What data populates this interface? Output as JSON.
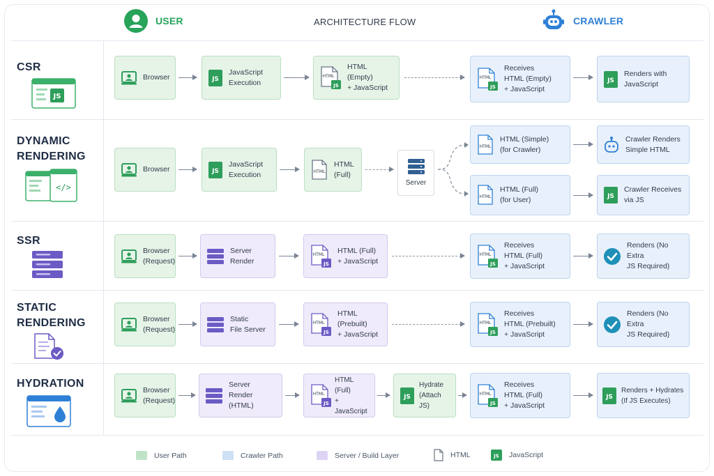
{
  "header": {
    "user_label": "USER",
    "title": "ARCHITECTURE FLOW",
    "crawler_label": "CRAWLER"
  },
  "colors": {
    "user_path": "#e6f4e8",
    "crawler_path": "#e8f1fb",
    "server_layer": "#f0ebfa",
    "js_green": "#2e9e5b",
    "server_purple": "#6b5bc4",
    "accent_blue": "#2e7fd6",
    "header_green": "#27a35a"
  },
  "rows": {
    "csr": {
      "title": "CSR",
      "nodes": [
        "Browser",
        "JavaScript\nExecution",
        "HTML (Empty)\n+ JavaScript",
        "Receives\nHTML (Empty)\n+ JavaScript",
        "Renders with\nJavaScript"
      ]
    },
    "dynamic": {
      "title": "DYNAMIC\nRENDERING",
      "nodes": [
        "Browser",
        "JavaScript\nExecution",
        "HTML\n(Full)",
        "Server",
        "HTML (Simple)\n(for Crawler)",
        "HTML (Full)\n(for User)",
        "Crawler Renders\nSimple HTML",
        "Crawler Receives\nvia JS"
      ]
    },
    "ssr": {
      "title": "SSR",
      "nodes": [
        "Browser\n(Request)",
        "Server\nRender",
        "HTML (Full)\n+ JavaScript",
        "Receives\nHTML (Full)\n+ JavaScript",
        "Renders (No Extra\nJS Required)"
      ]
    },
    "static": {
      "title": "STATIC\nRENDERING",
      "nodes": [
        "Browser\n(Request)",
        "Static\nFile Server",
        "HTML (Prebuilt)\n+ JavaScript",
        "Receives\nHTML (Prebuilt)\n+ JavaScript",
        "Renders (No Extra\nJS Required)"
      ]
    },
    "hydration": {
      "title": "HYDRATION",
      "nodes": [
        "Browser\n(Request)",
        "Server\nRender (HTML)",
        "HTML (Full)\n+ JavaScript",
        "Hydrate\n(Attach JS)",
        "Receives\nHTML (Full)\n+ JavaScript",
        "Renders + Hydrates\n(If JS Executes)"
      ]
    }
  },
  "icon_text": {
    "js": "JS",
    "html": "HTML",
    "code": "</>"
  },
  "legend": [
    "User Path",
    "Crawler Path",
    "Server / Build Layer",
    "HTML",
    "JavaScript"
  ]
}
